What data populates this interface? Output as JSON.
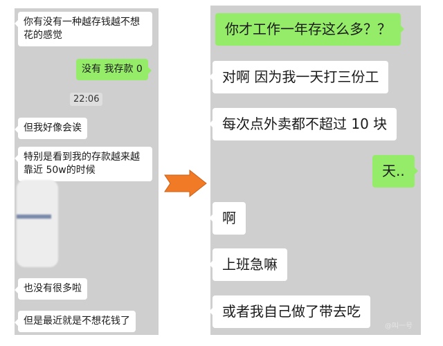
{
  "left_chat": {
    "messages": [
      {
        "side": "left",
        "lines": [
          "你有没有一种越存钱越不想",
          "花的感觉"
        ]
      },
      {
        "side": "right",
        "text": "没有 我存款 0"
      },
      {
        "side": "left",
        "text": "但我好像会诶"
      },
      {
        "side": "left",
        "lines": [
          "特别是看到我的存款越来越",
          "靠近 50w的时候"
        ]
      },
      {
        "side": "left",
        "text": "也没有很多啦"
      },
      {
        "side": "left",
        "text": "但是最近就是不想花钱了"
      }
    ],
    "timestamp": "22:06",
    "blurred_image": "redacted-screenshot"
  },
  "arrow": {
    "icon": "right-arrow-icon",
    "color": "#f07a26",
    "stroke": "#c9601a"
  },
  "right_chat": {
    "messages": [
      {
        "side": "right",
        "text": "你才工作一年存这么多？？"
      },
      {
        "side": "left",
        "text": "对啊 因为我一天打三份工"
      },
      {
        "side": "left",
        "text": "每次点外卖都不超过 10 块"
      },
      {
        "side": "right",
        "text": "天.."
      },
      {
        "side": "left",
        "text": "啊"
      },
      {
        "side": "left",
        "text": "上班急嘛"
      },
      {
        "side": "left",
        "text": "或者我自己做了带去吃"
      }
    ]
  },
  "watermark": {
    "text": "@叫一号"
  },
  "colors": {
    "chat_bg": "#cfcfcf",
    "sent_bubble": "#95ec69",
    "received_bubble": "#ffffff"
  }
}
